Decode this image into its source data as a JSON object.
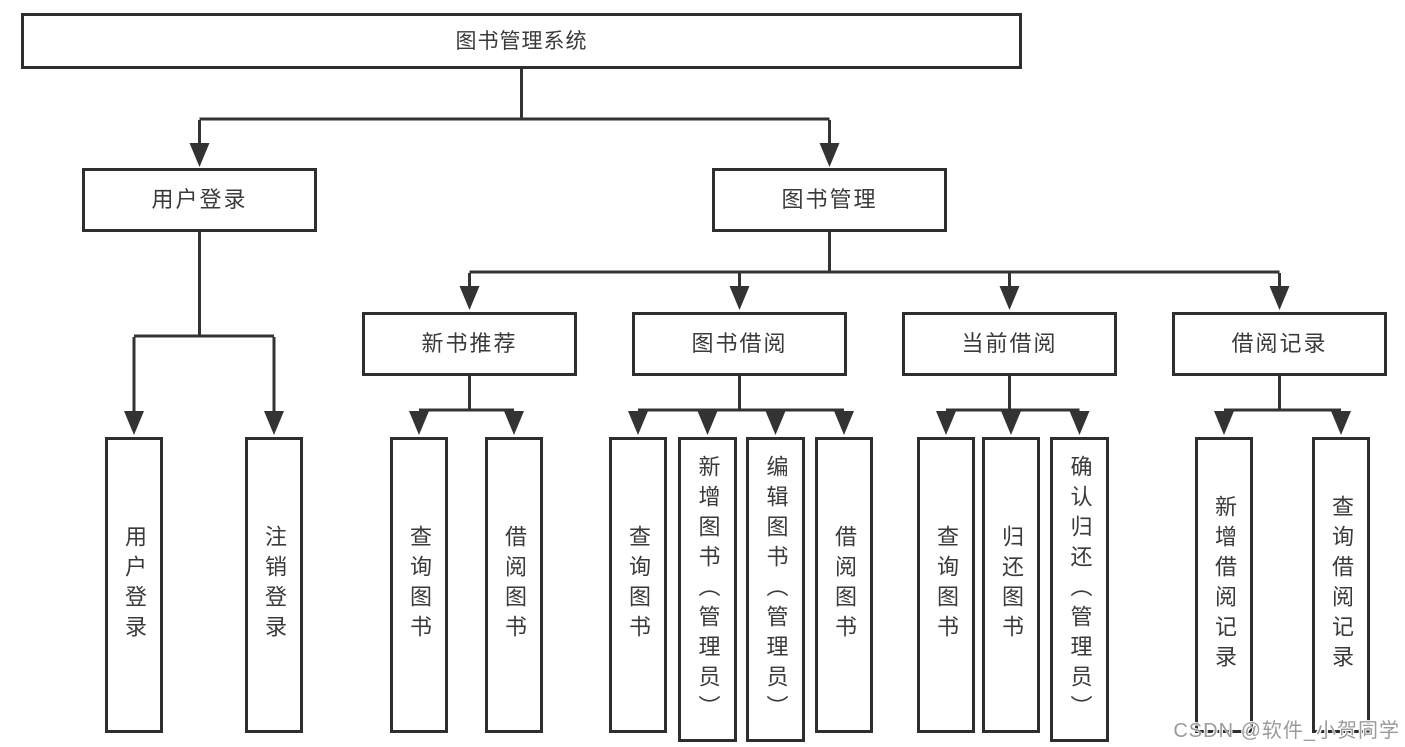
{
  "diagram": {
    "root": {
      "label": "图书管理系统"
    },
    "level2": [
      {
        "id": "user-login",
        "label": "用户登录"
      },
      {
        "id": "book-management",
        "label": "图书管理"
      }
    ],
    "level3": [
      {
        "id": "new-book-recommend",
        "label": "新书推荐"
      },
      {
        "id": "book-borrowing",
        "label": "图书借阅"
      },
      {
        "id": "current-borrowing",
        "label": "当前借阅"
      },
      {
        "id": "borrowing-records",
        "label": "借阅记录"
      }
    ],
    "leaves": {
      "login": [
        "用户登录",
        "注销登录"
      ],
      "recommend": [
        "查询图书",
        "借阅图书"
      ],
      "borrow": [
        "查询图书",
        "新增图书（管理员）",
        "编辑图书（管理员）",
        "借阅图书"
      ],
      "current": [
        "查询图书",
        "归还图书",
        "确认归还（管理员）"
      ],
      "records": [
        "新增借阅记录",
        "查询借阅记录"
      ]
    }
  },
  "watermark": {
    "text": "CSDN @软件_小贺同学"
  },
  "colors": {
    "line": "#333333",
    "border": "#2e2e2e",
    "text": "#3a3a3a",
    "background": "#ffffff",
    "watermark": "#9b9b9b"
  }
}
